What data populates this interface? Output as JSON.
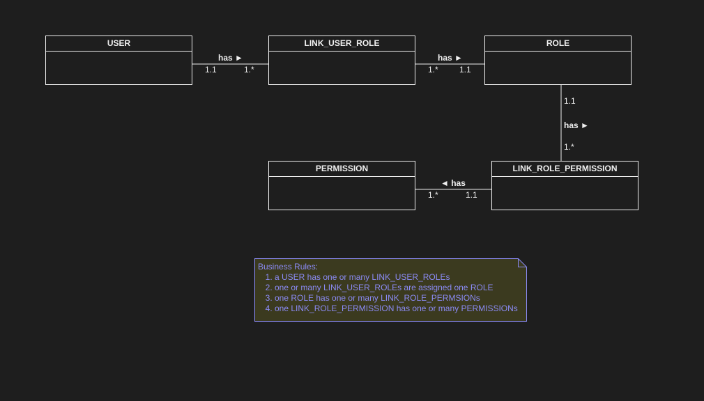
{
  "entities": {
    "user": "USER",
    "link_user_role": "LINK_USER_ROLE",
    "role": "ROLE",
    "permission": "PERMISSION",
    "link_role_permission": "LINK_ROLE_PERMISSION"
  },
  "relations": {
    "user_lur": {
      "label": "has ►",
      "left": "1.1",
      "right": "1.*"
    },
    "lur_role": {
      "label": "has ►",
      "left": "1.*",
      "right": "1.1"
    },
    "role_lrp": {
      "label": "has ►",
      "top": "1.1",
      "bottom": "1.*"
    },
    "lrp_perm": {
      "label": "◄ has",
      "left": "1.*",
      "right": "1.1"
    }
  },
  "note": {
    "heading": "Business Rules:",
    "rules": [
      "a USER has one or many LINK_USER_ROLEs",
      "one or many LINK_USER_ROLEs are assigned one ROLE",
      "one ROLE has one or many LINK_ROLE_PERMSIONs",
      "one LINK_ROLE_PERMISSION has one or many PERMISSIONs"
    ],
    "fill_color": "#3b3a1f",
    "border_color": "#8b8bf5",
    "text_color": "#8b8bf5"
  },
  "colors": {
    "background": "#1e1e1e",
    "line": "#f0f0f0"
  }
}
